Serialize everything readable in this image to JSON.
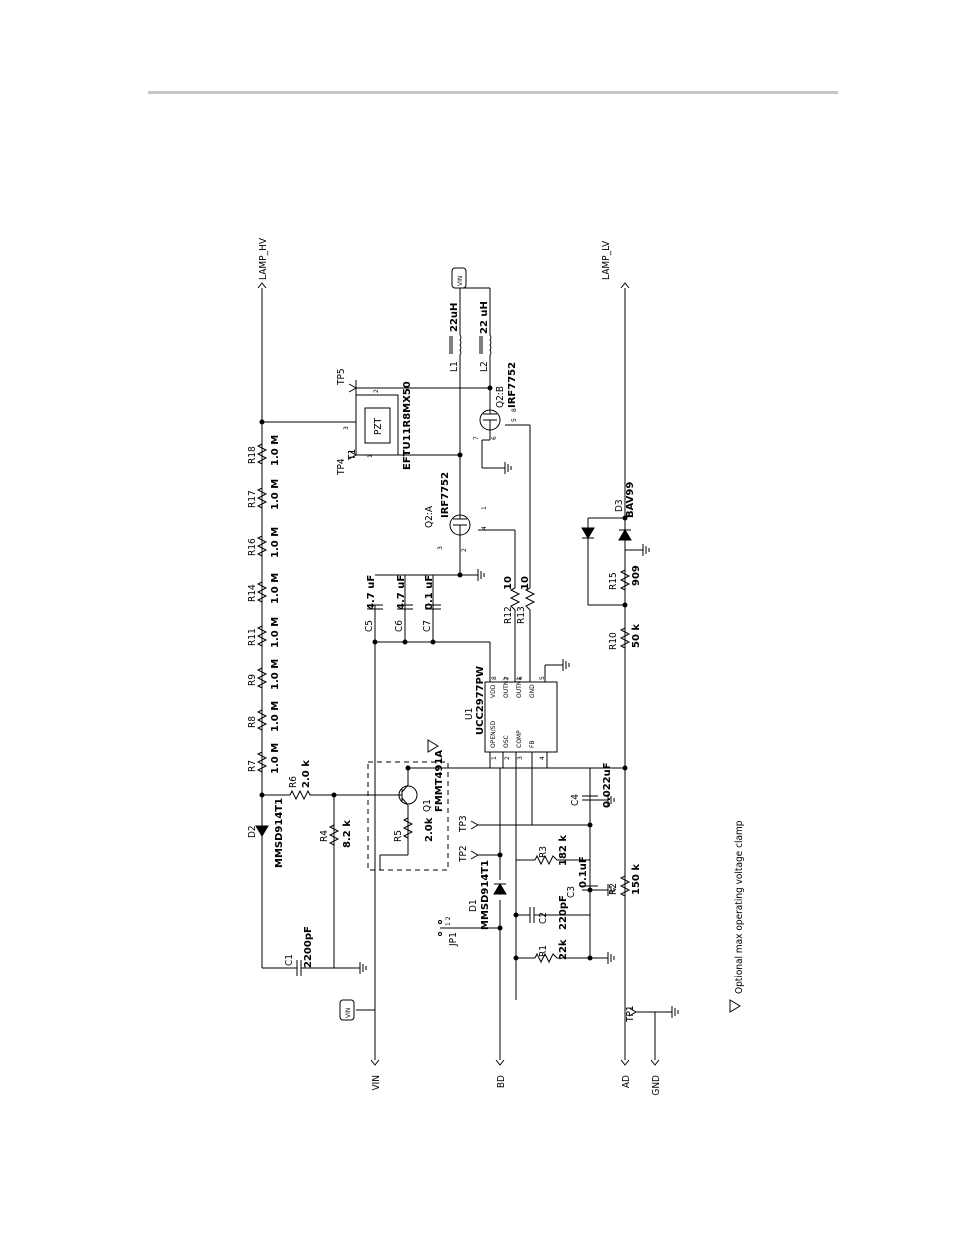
{
  "nets": {
    "lamp_hv": "LAMP_HV",
    "lamp_lv": "LAMP_LV",
    "vin": "VIN",
    "bd": "BD",
    "ad": "AD",
    "gnd": "GND",
    "vin_flag_top": "VIN",
    "vin_flag_bottom": "VIN"
  },
  "test_points": {
    "tp1": "TP1",
    "tp2": "TP2",
    "tp3": "TP3",
    "tp4": "TP4",
    "tp5": "TP5"
  },
  "jumper": {
    "ref": "JP1",
    "pins": "1 2"
  },
  "resistors": [
    {
      "ref": "R18",
      "value": "1.0 M"
    },
    {
      "ref": "R17",
      "value": "1.0 M"
    },
    {
      "ref": "R16",
      "value": "1.0 M"
    },
    {
      "ref": "R14",
      "value": "1.0 M"
    },
    {
      "ref": "R11",
      "value": "1.0 M"
    },
    {
      "ref": "R9",
      "value": "1.0 M"
    },
    {
      "ref": "R8",
      "value": "1.0 M"
    },
    {
      "ref": "R7",
      "value": "1.0 M"
    },
    {
      "ref": "R6",
      "value": "2.0 k"
    },
    {
      "ref": "R4",
      "value": "8.2 k"
    },
    {
      "ref": "R5",
      "value": "2.0k"
    },
    {
      "ref": "R3",
      "value": "182 k"
    },
    {
      "ref": "R1",
      "value": "22k"
    },
    {
      "ref": "R2",
      "value": "150 k"
    },
    {
      "ref": "R10",
      "value": "50 k"
    },
    {
      "ref": "R15",
      "value": "909"
    },
    {
      "ref": "R12",
      "value": "10"
    },
    {
      "ref": "R13",
      "value": "10"
    }
  ],
  "capacitors": [
    {
      "ref": "C1",
      "value": "2200pF"
    },
    {
      "ref": "C2",
      "value": "220pF"
    },
    {
      "ref": "C3",
      "value": "0.1uF"
    },
    {
      "ref": "C4",
      "value": "0.022uF"
    },
    {
      "ref": "C5",
      "value": "4.7 uF"
    },
    {
      "ref": "C6",
      "value": "4.7 uF"
    },
    {
      "ref": "C7",
      "value": "0.1 uF"
    }
  ],
  "inductors": [
    {
      "ref": "L1",
      "value": "22uH"
    },
    {
      "ref": "L2",
      "value": "22 uH"
    }
  ],
  "diodes": [
    {
      "ref": "D1",
      "part": "MMSD914T1"
    },
    {
      "ref": "D2",
      "part": "MMSD914T1"
    },
    {
      "ref": "D3",
      "part": "BAV99"
    }
  ],
  "transistors": [
    {
      "ref": "Q1",
      "part": "FMMT491A"
    },
    {
      "ref": "Q2:A",
      "part": "IRF7752"
    },
    {
      "ref": "Q2:B",
      "part": "IRF7752"
    }
  ],
  "transformer": {
    "ref": "T1",
    "part": "EFTU11R8MX50",
    "body_label": "PZT",
    "pins": [
      "1",
      "2",
      "3"
    ]
  },
  "ic": {
    "ref": "U1",
    "part": "UCC2977PW",
    "pins_top": [
      {
        "num": "1",
        "name": "OPEN/SD"
      },
      {
        "num": "2",
        "name": "OSC"
      },
      {
        "num": "3",
        "name": "COMP"
      },
      {
        "num": "4",
        "name": "FB"
      }
    ],
    "pins_bottom": [
      {
        "num": "8",
        "name": "VDD"
      },
      {
        "num": "7",
        "name": "OUTN2"
      },
      {
        "num": "6",
        "name": "OUTN1"
      },
      {
        "num": "5",
        "name": "GND"
      }
    ]
  },
  "mosfet_pins": {
    "qa": [
      "1",
      "2",
      "3",
      "4"
    ],
    "qb": [
      "5",
      "6",
      "7",
      "8"
    ]
  },
  "footnote": "Optional max operating voltage clamp"
}
